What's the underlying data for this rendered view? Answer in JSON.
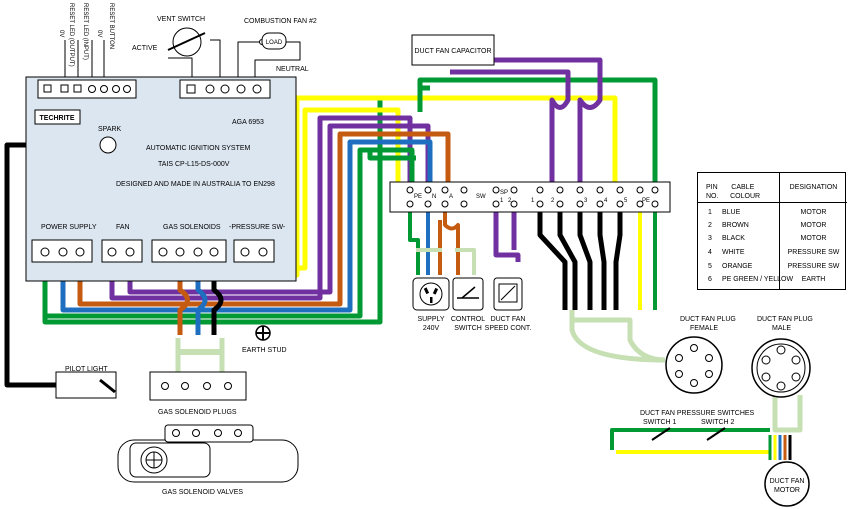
{
  "labels": {
    "reset_button": "RESET BUTTON",
    "reset_led_input": "RESET LED (INPUT)",
    "reset_led_output": "RESET LED (OUTPUT)",
    "ov_a": "0V",
    "ov_b": "0V",
    "vent_switch": "VENT SWITCH",
    "active": "ACTIVE",
    "combustion_fan": "COMBUSTION FAN #2",
    "load": "LOAD",
    "neutral": "NEUTRAL",
    "duct_fan_capacitor": "DUCT FAN CAPACITOR",
    "techrite": "TECHRITE",
    "model": "AGA 6953",
    "spark": "SPARK",
    "system_line1": "AUTOMATIC IGNITION SYSTEM",
    "system_line2": "TAIS CP-L15-DS-000V",
    "system_line3": "DESIGNED AND MADE IN AUSTRALIA TO EN298",
    "power_supply": "POWER SUPPLY",
    "fan": "FAN",
    "gas_solenoids": "GAS SOLENOIDS",
    "pressure_sw": "-PRESSURE SW-",
    "earth_stud": "EARTH STUD",
    "pilot_light": "PILOT LIGHT",
    "gas_solenoid_plugs": "GAS SOLENOID PLUGS",
    "gas_solenoid_valves": "GAS SOLENOID VALVES",
    "supply": "SUPPLY",
    "supply_v": "240V",
    "control": "CONTROL",
    "switch": "SWITCH",
    "duct_fan": "DUCT FAN",
    "speed_cont": "SPEED CONT.",
    "plug_female_1": "DUCT FAN PLUG",
    "plug_female_2": "FEMALE",
    "plug_male_1": "DUCT FAN PLUG",
    "plug_male_2": "MALE",
    "pressure_switches": "DUCT FAN PRESSURE SWITCHES",
    "switch_1": "SWITCH 1",
    "switch_2": "SWITCH 2",
    "motor_1": "DUCT FAN",
    "motor_2": "MOTOR"
  },
  "terminal_strip": {
    "top": [
      "PE",
      "N",
      "A",
      "SW",
      "SP",
      "1",
      "2",
      "3",
      "4",
      "5",
      "PE"
    ],
    "sub": [
      "1",
      "2"
    ]
  },
  "pin_table": {
    "header_left_1": "PIN       CABLE",
    "header_left_2": "NO.      COLOUR",
    "header_right": "DESIGNATION",
    "rows": [
      {
        "no": "1",
        "colour": "BLUE",
        "designation": "MOTOR"
      },
      {
        "no": "2",
        "colour": "BROWN",
        "designation": "MOTOR"
      },
      {
        "no": "3",
        "colour": "BLACK",
        "designation": "MOTOR"
      },
      {
        "no": "4",
        "colour": "WHITE",
        "designation": "PRESSURE SW"
      },
      {
        "no": "5",
        "colour": "ORANGE",
        "designation": "PRESSURE SW"
      },
      {
        "no": "6",
        "colour": "PE GREEN / YELLOW",
        "designation": "EARTH"
      }
    ]
  },
  "wire_colors": {
    "green": "#009933",
    "yellow": "#ffff00",
    "purple": "#7030a0",
    "brown": "#c55a11",
    "blue": "#1f6fc0",
    "black": "#000000",
    "lightgreen": "#c6e0b4",
    "board": "#dce6f1"
  }
}
